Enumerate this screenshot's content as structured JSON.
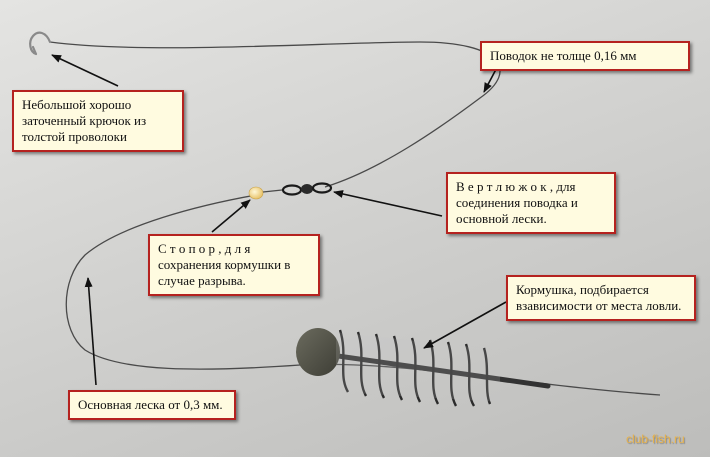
{
  "labels": {
    "hook": "Небольшой хорошо заточенный крючок из толстой проволоки",
    "leader": "Поводок не толще 0,16 мм",
    "swivel": "В е р т л ю ж о к , для соединения поводка и основной лески.",
    "stopper": "С т о п о р , д л я сохранения кормушки в случае разрыва.",
    "feeder": "Кормушка, подбирается взависимости от места ловли.",
    "main_line": "Основная леска от 0,3 мм."
  },
  "watermark": "club-fish.ru",
  "colors": {
    "label_background": "#fffbe0",
    "label_border": "#b5221f",
    "line": "#4a4a4a",
    "watermark": "#e8b24a"
  }
}
